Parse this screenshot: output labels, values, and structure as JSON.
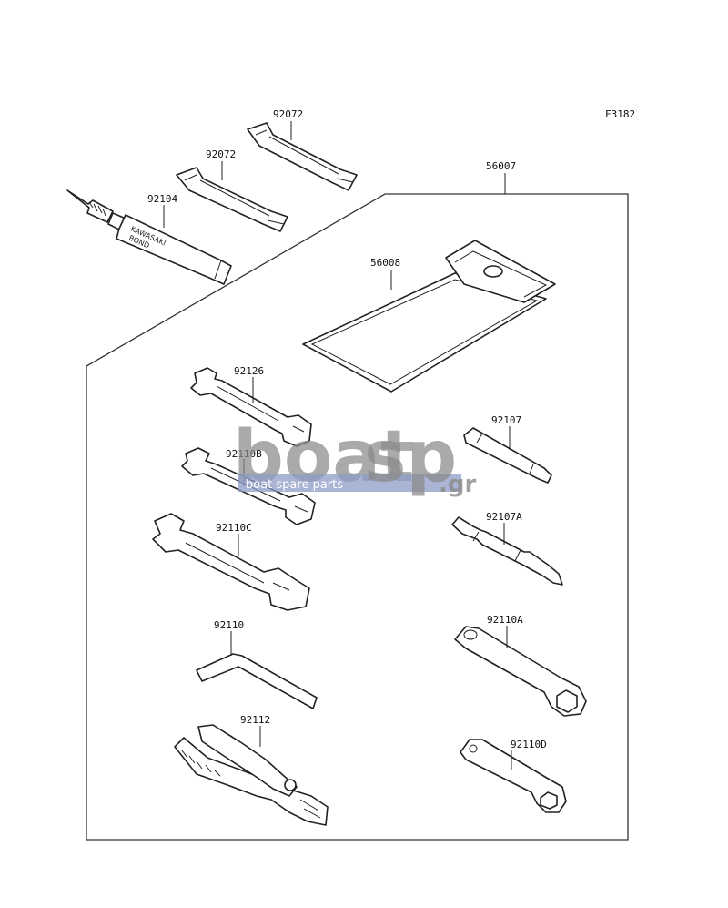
{
  "figure_code": "F3182",
  "tube_print": [
    "KAWASAKI",
    "BOND"
  ],
  "watermark": {
    "brand_left": "boat",
    "brand_right": "sp",
    "suffix": ".gr",
    "tagline": "boat spare parts"
  },
  "parts": {
    "kit": "56007",
    "pouch": "56008",
    "band_upper": "92072",
    "band_lower": "92072",
    "bond": "92104",
    "wrench_1": "92126",
    "wrench_2": "92110B",
    "wrench_3": "92110C",
    "hex_key": "92110",
    "pliers": "92112",
    "screwdriver": "92107",
    "screwdriver_handle": "92107A",
    "plug_wrench_large": "92110A",
    "plug_wrench_small": "92110D"
  }
}
